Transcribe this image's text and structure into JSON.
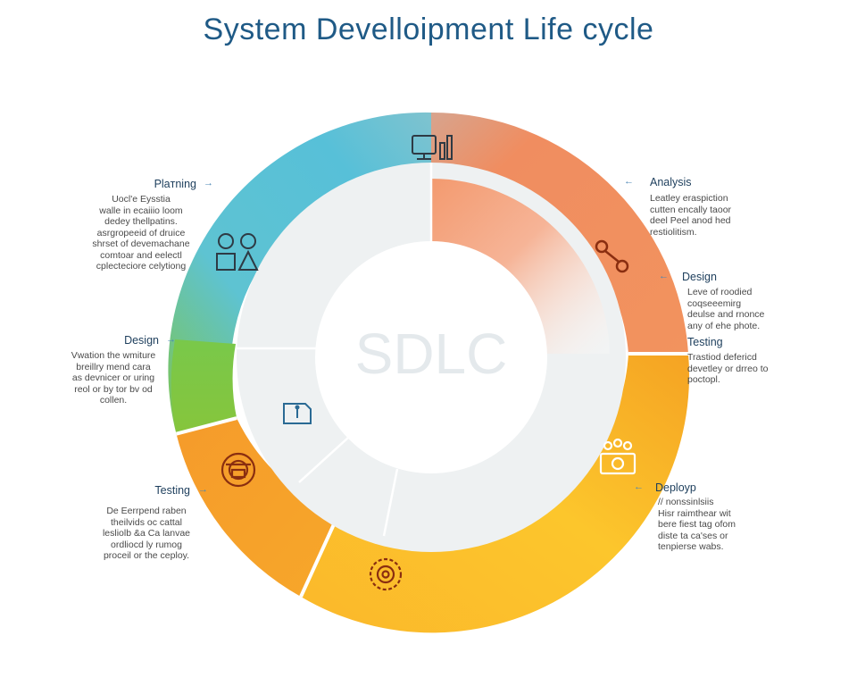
{
  "title": "System Develloipment Life cycle",
  "center_text": "SDLC",
  "colors": {
    "planning": "#59c3d6",
    "analysis": "#f08d60",
    "design_green": "#80c744",
    "testing_orange": "#f7a02c",
    "deploy_yellow": "#fbc02d",
    "title": "#1f5a86",
    "icon_dark": "#8a2e10",
    "icon_blue": "#2a6a94"
  },
  "left": {
    "planning": {
      "label": "Plaтning",
      "desc": "Uocl'e Eysstia\nwalle in ecaiiio loom\ndedey thellpatins.\nasrgropeeid of druice\nshrset of devemachane\ncomtoar and eelectl\ncplecteciore celytiong"
    },
    "design": {
      "label": "Design",
      "desc": "Vwation the wmiture\nbreillry mend cara\nas devnicer or uring\nreol or by tor bv od\ncollen."
    },
    "testing": {
      "label": "Testing",
      "desc": "De Eerrpend raben\ntheilvids oc cattal\nlesliolb &a Ca lanvae\nordliocd ly rumog\nproceil or the ceploy."
    }
  },
  "right": {
    "analysis": {
      "label": "Analysis",
      "desc": "Leatley eraspiction\ncutten encally taoor\ndeel Peel anod hed\nrestiolitism."
    },
    "design": {
      "label": "Design",
      "desc": "Leve of roodied\ncoqseeemirg\ndeulse and rnonce\nany of ehe phote."
    },
    "testing": {
      "label": "Testing",
      "desc": "Trastiod defericd\ndevetley or drreo to\npoctopl."
    },
    "deploy": {
      "label": "Deployp",
      "desc": "// nonssinlsiis\nHisr raimthear wit\nbere fiest tag ofom\ndiste ta ca'ses or\ntenpierse wabs."
    }
  }
}
